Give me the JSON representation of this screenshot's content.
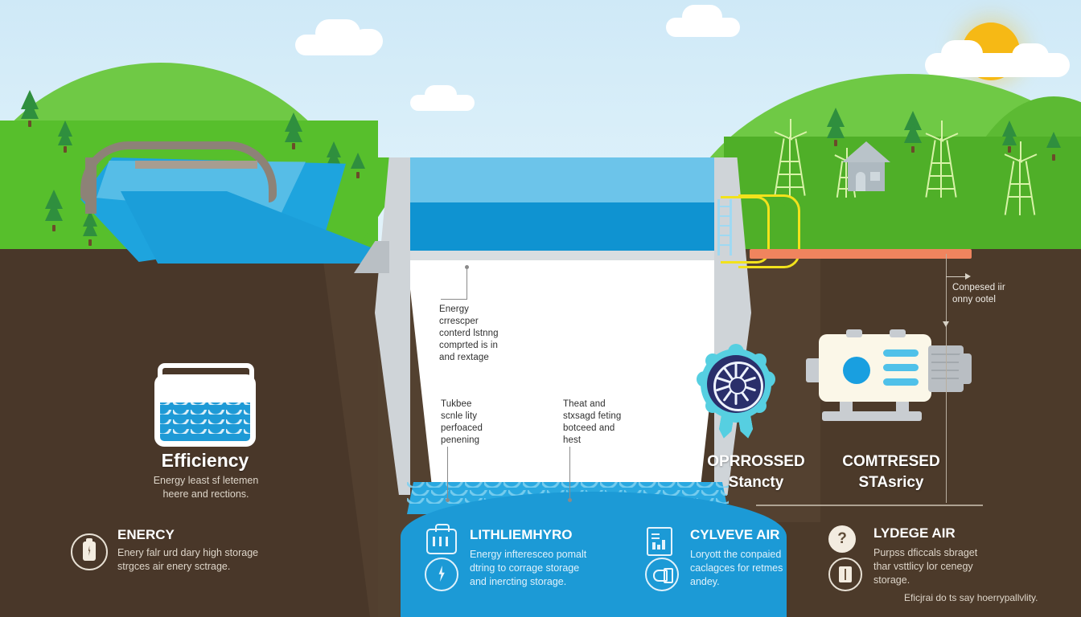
{
  "scene": {
    "title_alt": "Pumped hydro and compressed air energy storage infographic",
    "colors": {
      "sky": "#cfe9f7",
      "sun": "#f6b915",
      "grass": "#5bbd2e",
      "soil": "#4c3a2a",
      "water_deep": "#0f93d1",
      "water_light": "#6cc4ea",
      "panel_blue": "#1c9ad6",
      "concrete": "#d9dde0",
      "penstock": "#f0845e",
      "badge_ring": "#56cfe1",
      "badge_core": "#2a2f6b"
    }
  },
  "callouts": [
    {
      "id": "dam-interior",
      "lines": [
        "Energy",
        "crrescper",
        "conterd lstnng",
        "comprted is in",
        "and rextage"
      ]
    },
    {
      "id": "turbine-left",
      "lines": [
        "Tukbee",
        "scnle lity",
        "perfoaced",
        "penening"
      ]
    },
    {
      "id": "turbine-right",
      "lines": [
        "Theat and",
        "stxsagd feting",
        "botceed and",
        "hest"
      ]
    },
    {
      "id": "compressed-air",
      "lines": [
        "Conpesed iir",
        "onny ootel"
      ]
    }
  ],
  "panels": {
    "efficiency": {
      "icon": "water-tank-icon",
      "heading": "Efficiency",
      "body_lines": [
        "Energy least sf letemen",
        "heere and rections."
      ]
    },
    "pumped": {
      "heading_line1": "OPRROSSED",
      "heading_line2": "Stancty"
    },
    "compressed": {
      "heading_line1": "COMTRESED",
      "heading_line2": "STAsricy"
    }
  },
  "features": [
    {
      "id": "energy",
      "theme": "soil",
      "icon": "battery-circle-icon",
      "title": "ENERCY",
      "body_lines": [
        "Enery falr urd dary high storage",
        "strgces air enery sctrage."
      ]
    },
    {
      "id": "lithium-hydro",
      "theme": "blue",
      "icon": "toolbox-icon",
      "icon2": "lightning-bolt-circle-icon",
      "title": "LITHLIEMHYRO",
      "body_lines": [
        "Energy infteresceo pomalt",
        "dtring to corrage storage",
        "and inercting storage."
      ]
    },
    {
      "id": "valve-air",
      "theme": "blue",
      "icon": "document-chart-icon",
      "icon2": "valve-circle-icon",
      "title": "CYLVEVE AIR",
      "body_lines": [
        "Loryott the conpaied",
        "caclagces for retmes",
        "andey."
      ]
    },
    {
      "id": "ledge-air",
      "theme": "soil",
      "icon": "question-circle-icon",
      "icon2": "building-circle-icon",
      "title": "LYDEGE AIR",
      "body_lines": [
        "Purpss dficcals sbraget",
        "thar vsttlicy lor cenegy",
        "storage."
      ]
    }
  ],
  "footnote": "Eficjrai do ts say hoerrypallvlity."
}
